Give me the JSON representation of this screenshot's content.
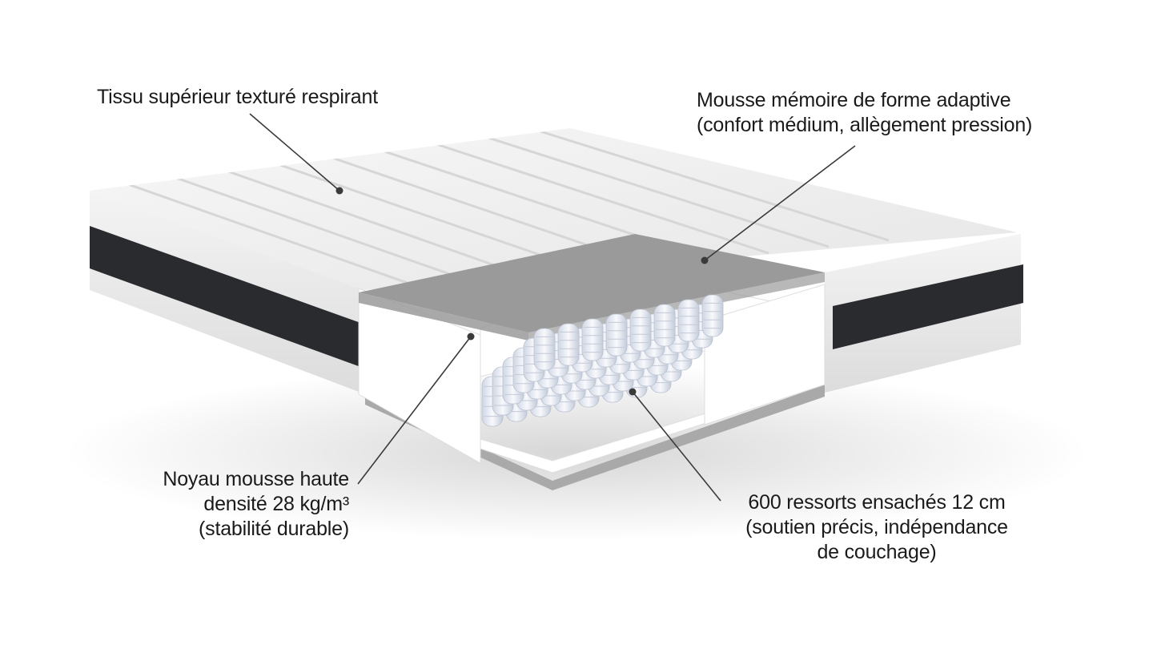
{
  "colors": {
    "background": "#ffffff",
    "fabric": "#f2f2f2",
    "band": "#2a2b2e",
    "memory_foam": "#9a9a9a",
    "core_foam": "#ffffff",
    "base_layer": "#a9a9a9",
    "springs": "#e9edf5",
    "leader_line": "#3a3a3a",
    "text": "#1a1a1a"
  },
  "annotations": {
    "top_fabric": {
      "lines": [
        "Tissu supérieur texturé respirant"
      ]
    },
    "memory_foam": {
      "lines": [
        "Mousse mémoire de forme adaptive",
        "(confort médium, allègement pression)"
      ]
    },
    "core_foam": {
      "lines": [
        "Noyau mousse haute",
        "densité 28 kg/m³",
        "(stabilité durable)"
      ]
    },
    "springs": {
      "lines": [
        "600 ressorts ensachés 12 cm",
        "(soutien précis, indépendance",
        "de couchage)"
      ]
    }
  },
  "icons": {
    "mattress": "mattress-cutaway-illustration",
    "pointer": "leader-dot"
  }
}
